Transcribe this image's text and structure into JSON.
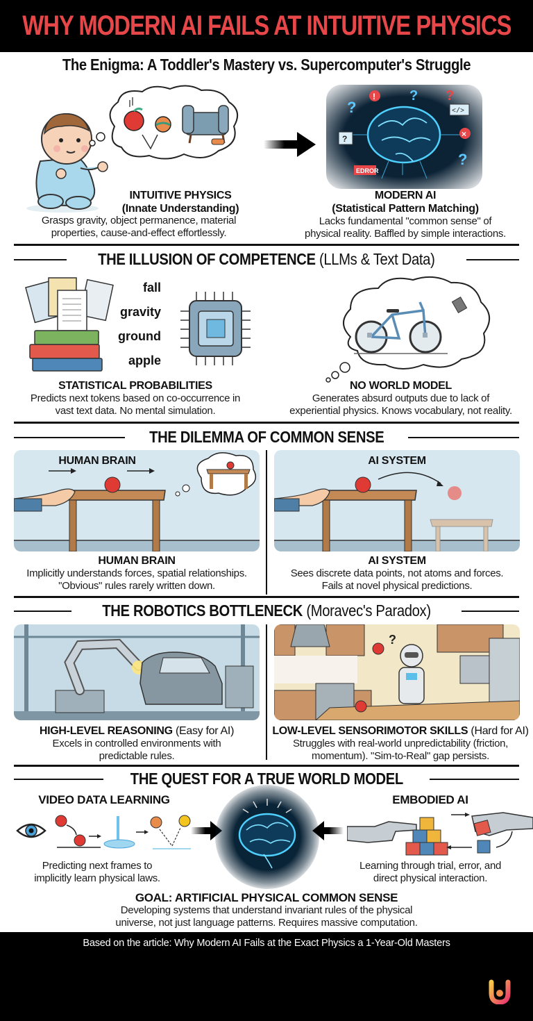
{
  "title": "WHY MODERN AI FAILS AT INTUITIVE PHYSICS",
  "subtitle": "The Enigma: A Toddler's Mastery vs. Supercomputer's Struggle",
  "colors": {
    "title_red": "#e8474a",
    "background": "#ffffff",
    "bar_black": "#000000",
    "panel_blue": "#d6e7f0",
    "brain_glow": "#39c3ff",
    "apple_red": "#e03a34"
  },
  "section1": {
    "left": {
      "title": "INTUITIVE PHYSICS",
      "subtitle": "(Innate Understanding)",
      "body_line1": "Grasps gravity, object permanence, material",
      "body_line2": "properties, cause-and-effect effortlessly.",
      "icon": "baby-thinking-icon"
    },
    "right": {
      "title": "MODERN AI",
      "subtitle": "(Statistical Pattern Matching)",
      "body_line1": "Lacks fundamental \"common sense\" of",
      "body_line2": "physical reality. Baffled by simple interactions.",
      "icon": "glowing-brain-icon",
      "error_label": "EDROR",
      "code_label": "</>"
    }
  },
  "section2": {
    "heading_bold": "THE ILLUSION OF COMPETENCE",
    "heading_light": " (LLMs & Text Data)",
    "tokens": [
      "fall",
      "gravity",
      "ground",
      "apple"
    ],
    "left": {
      "title": "STATISTICAL PROBABILITIES",
      "body_line1": "Predicts next tokens based on co-occurrence in",
      "body_line2": "vast text data. No mental simulation."
    },
    "right": {
      "title": "NO WORLD MODEL",
      "body_line1": "Generates absurd outputs due to lack of",
      "body_line2": "experiential physics. Knows vocabulary, not reality."
    }
  },
  "section3": {
    "heading": "THE DILEMMA OF COMMON SENSE",
    "left": {
      "panel_label": "HUMAN BRAIN",
      "title": "HUMAN BRAIN",
      "body_line1": "Implicitly understands forces, spatial relationships.",
      "body_line2": "\"Obvious\" rules rarely written down."
    },
    "right": {
      "panel_label": "AI SYSTEM",
      "title": "AI SYSTEM",
      "body_line1": "Sees discrete data points, not atoms and forces.",
      "body_line2": "Fails at novel physical predictions."
    }
  },
  "section4": {
    "heading_bold": "THE ROBOTICS BOTTLENECK",
    "heading_light": " (Moravec's Paradox)",
    "left": {
      "title_bold": "HIGH-LEVEL REASONING",
      "title_light": " (Easy for AI)",
      "body_line1": "Excels in controlled environments with",
      "body_line2": "predictable rules."
    },
    "right": {
      "title_bold": "LOW-LEVEL SENSORIMOTOR SKILLS",
      "title_light": " (Hard for AI)",
      "body_line1": "Struggles with real-world unpredictability (friction,",
      "body_line2": "momentum). \"Sim-to-Real\" gap persists."
    }
  },
  "section5": {
    "heading": "THE QUEST FOR A TRUE WORLD MODEL",
    "left": {
      "title": "VIDEO DATA LEARNING",
      "body_line1": "Predicting next frames to",
      "body_line2": "implicitly learn physical laws."
    },
    "right": {
      "title": "EMBODIED AI",
      "body_line1": "Learning through trial, error, and",
      "body_line2": "direct physical interaction."
    },
    "goal": {
      "title": "GOAL: ARTIFICIAL PHYSICAL COMMON SENSE",
      "body_line1": "Developing systems that understand invariant rules of the physical",
      "body_line2": "universe, not just language patterns. Requires massive computation."
    }
  },
  "footer": {
    "source": "Based on the article: Why Modern AI Fails at the Exact Physics a 1-Year-Old Masters",
    "logo": "brand-logo-icon"
  }
}
